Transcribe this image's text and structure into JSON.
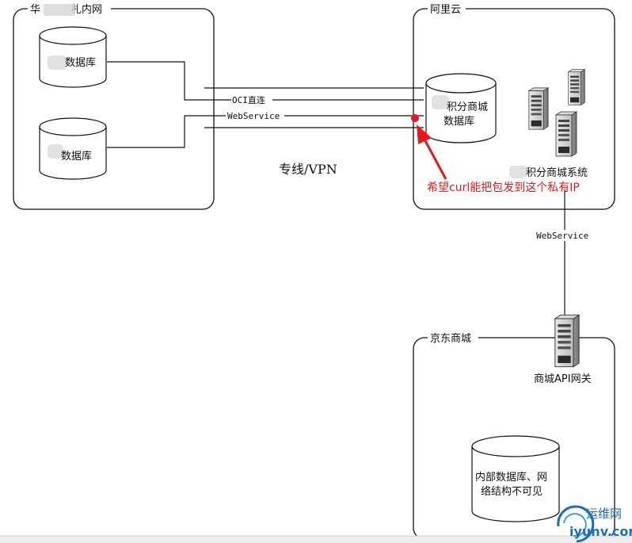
{
  "groups": {
    "left": "华　　　札内网",
    "aliyun": "阿里云",
    "jd": "京东商城"
  },
  "databases": {
    "left_top": "数据库",
    "left_bottom": "数据库",
    "points_db_line1": "积分商城",
    "points_db_line2": "数据库",
    "jd_db_line1": "内部数据库、网",
    "jd_db_line2": "络结构不可见"
  },
  "servers": {
    "points_system": "积分商城系统",
    "jd_gateway": "商城API网关"
  },
  "links": {
    "oci": "OCI直连",
    "webservice_left": "WebService",
    "webservice_vertical": "WebService",
    "vpn": "专线/VPN"
  },
  "annotation": {
    "text": "希望curl能把包发到这个私有IP",
    "color": "#e8191d"
  },
  "watermark": {
    "cn": "运维网",
    "url": "iyunv.com"
  }
}
